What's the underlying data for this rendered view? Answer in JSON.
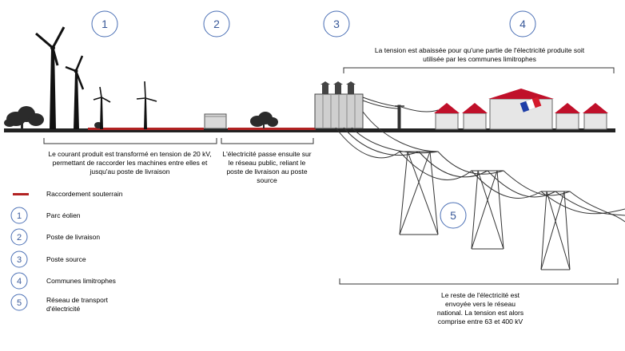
{
  "steps": [
    {
      "number": "1",
      "label": "Parc éolien"
    },
    {
      "number": "2",
      "label": "Poste de livraison"
    },
    {
      "number": "3",
      "label": "Poste source"
    },
    {
      "number": "4",
      "label": "Communes  limitrophes"
    },
    {
      "number": "5",
      "label": "Réseau de transport d'électricité"
    }
  ],
  "legend": {
    "underground_label": "Raccordement souterrain",
    "underground_color": "#b22222"
  },
  "annotations": {
    "top_right": "La tension est abaissée pour qu'une  partie de l'électricité produite soit utilisée par les communes  limitrophes",
    "wind_farm": "Le courant produit est transformé en tension de 20 kV, permettant de raccorder les machines entre elles et jusqu'au poste de livraison",
    "public_network": "L'électricité passe ensuite sur le réseau public, reliant le poste de livraison au poste source",
    "national": "Le reste de l'électricité est envoyée vers le réseau national. La tension est alors comprise entre 63 et 400 kV"
  },
  "colors": {
    "circle_stroke": "#4a6fb5",
    "roof": "#c0102a",
    "ground": "#222222"
  }
}
